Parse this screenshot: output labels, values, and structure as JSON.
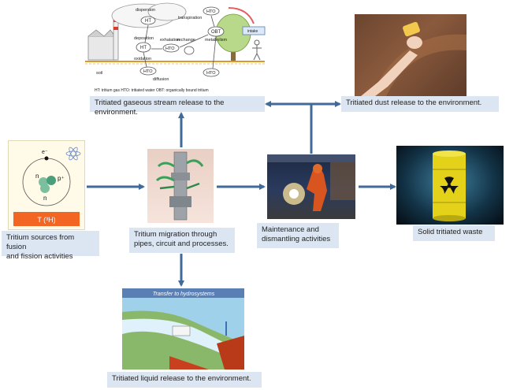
{
  "labels": {
    "gaseous": "Tritiated gaseous stream release to the environment.",
    "dust": "Tritiated dust release to the environment.",
    "sources": "Tritium sources from fusion\nand fission activities",
    "migration": "Tritium migration through\npipes, circuit and processes.",
    "maintenance": "Maintenance and\ndismantling activities",
    "waste": "Solid tritiated waste",
    "liquid": "Tritiated liquid release to the environment."
  },
  "tritium_panel": {
    "electron": "e⁻",
    "proton": "p⁺",
    "neutron_top": "n",
    "neutron_bottom": "n",
    "symbol": "T (³H)"
  },
  "cycle_diagram": {
    "dispersion": "dispersion",
    "ht_top": "HT",
    "transpiration": "transpiration",
    "hto_top": "HTO",
    "deposition": "deposition",
    "exhalation": "exhalation",
    "exchange": "exchange",
    "obt": "OBT",
    "ht_mid": "HT",
    "hto_mid": "HTO",
    "metabolism": "metabolism",
    "intake": "intake",
    "oxidation": "oxidation",
    "soil": "soil",
    "hto_low": "HTO",
    "diffusion": "diffusion",
    "hto_right": "HTO",
    "legend": "HT: tritium gas      HTO: tritiated water      OBT: organically bound tritium"
  },
  "hydro_panel": {
    "title": "Transfer to hydrosystems"
  },
  "colors": {
    "arrow": "#3f6a99",
    "label_bg": "#dce6f2",
    "tritium_box": "#f26522",
    "barrel": "#e3d11a"
  }
}
